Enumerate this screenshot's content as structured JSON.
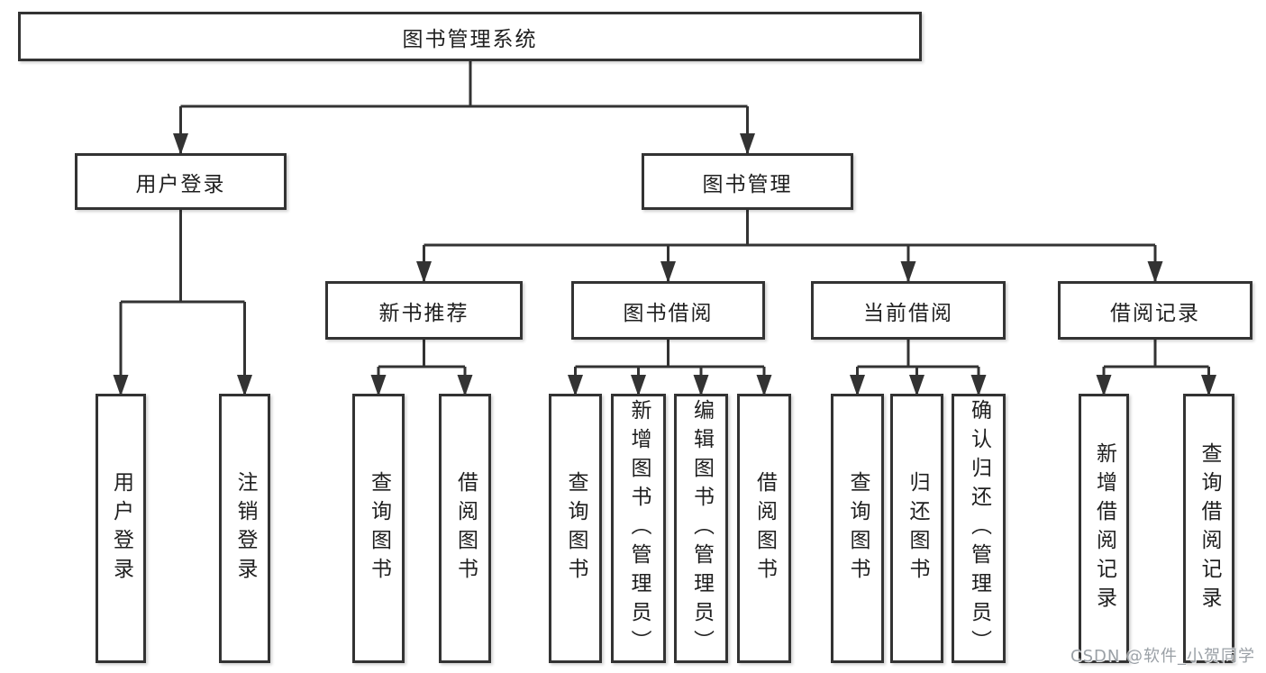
{
  "diagram": {
    "root": {
      "label": "图书管理系统"
    },
    "user_login": {
      "label": "用户登录",
      "children": [
        {
          "label": "用户登录"
        },
        {
          "label": "注销登录"
        }
      ]
    },
    "book_management": {
      "label": "图书管理",
      "sections": [
        {
          "label": "新书推荐",
          "children": [
            {
              "label": "查询图书"
            },
            {
              "label": "借阅图书"
            }
          ]
        },
        {
          "label": "图书借阅",
          "children": [
            {
              "label": "查询图书"
            },
            {
              "label": "新增图书（管理员）"
            },
            {
              "label": "编辑图书（管理员）"
            },
            {
              "label": "借阅图书"
            }
          ]
        },
        {
          "label": "当前借阅",
          "children": [
            {
              "label": "查询图书"
            },
            {
              "label": "归还图书"
            },
            {
              "label": "确认归还（管理员）"
            }
          ]
        },
        {
          "label": "借阅记录",
          "children": [
            {
              "label": "新增借阅记录"
            },
            {
              "label": "查询借阅记录"
            }
          ]
        }
      ]
    }
  },
  "watermark": {
    "text": "CSDN @软件_小贺同学"
  },
  "colors": {
    "line": "#333333",
    "box_border": "#333333",
    "box_fill": "#ffffff",
    "text": "#1f1f1f",
    "watermark_text": "#9aa0a6",
    "background": "#ffffff"
  }
}
